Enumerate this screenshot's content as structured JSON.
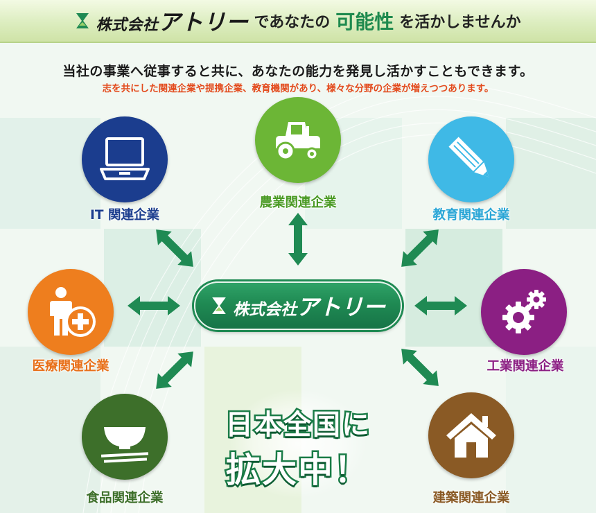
{
  "banner": {
    "company_prefix": "株式会社",
    "company_name": "アトリー",
    "text_before": "であなたの",
    "highlight": "可能性",
    "text_after": "を活かしませんか"
  },
  "intro": {
    "main": "当社の事業へ従事すると共に、あなたの能力を発見し活かすこともできます。",
    "sub": "志を共にした関連企業や提携企業、教育機関があり、様々な分野の企業が増えつつあります。"
  },
  "center": {
    "company_prefix": "株式会社",
    "company_name": "アトリー"
  },
  "nation": {
    "line1": "日本全国に",
    "line2": "拡大中！"
  },
  "nodes": {
    "it": {
      "label": "IT 関連企業",
      "color": "#1b3d8e"
    },
    "agri": {
      "label": "農業関連企業",
      "color": "#6cb636"
    },
    "edu": {
      "label": "教育関連企業",
      "color": "#3fb9e6"
    },
    "medical": {
      "label": "医療関連企業",
      "color": "#ee7e1e"
    },
    "industry": {
      "label": "工業関連企業",
      "color": "#8b1f83"
    },
    "food": {
      "label": "食品関連企業",
      "color": "#3d6f2a"
    },
    "construction": {
      "label": "建築関連企業",
      "color": "#8a5a25"
    }
  },
  "colors": {
    "arrow": "#1f8a53",
    "brand_green": "#1f8a53",
    "sub_text": "#e34a1c"
  }
}
